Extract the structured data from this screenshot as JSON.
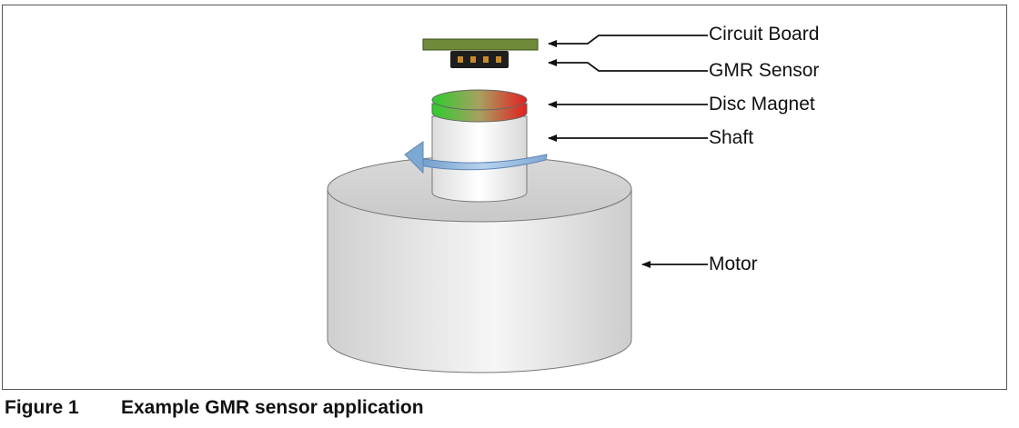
{
  "diagram": {
    "labels": {
      "circuit_board": "Circuit Board",
      "gmr_sensor": "GMR Sensor",
      "disc_magnet": "Disc Magnet",
      "shaft": "Shaft",
      "motor": "Motor"
    },
    "colors": {
      "circuit_board": "#6f8a3a",
      "sensor_body": "#1e1e1e",
      "sensor_pins": "#c98a2a",
      "magnet_green": "#2ecc2e",
      "magnet_red": "#e32020",
      "rotation_arrow": "#8ab4da",
      "motor_body": "#dcdcdc"
    }
  },
  "caption": {
    "number": "Figure 1",
    "text": "Example GMR sensor application"
  }
}
